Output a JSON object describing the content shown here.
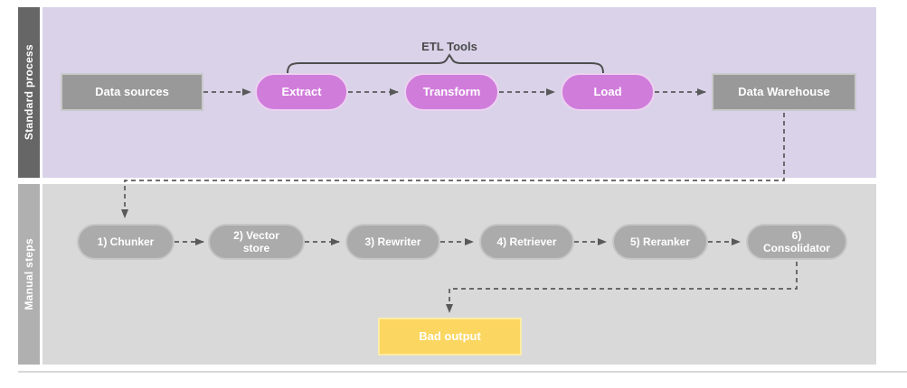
{
  "diagram": {
    "annotation": {
      "etl_tools": "ETL Tools"
    },
    "lanes": {
      "standard": {
        "label": "Standard process",
        "nodes": {
          "data_sources": "Data sources",
          "extract": "Extract",
          "transform": "Transform",
          "load": "Load",
          "data_warehouse": "Data Warehouse"
        }
      },
      "manual": {
        "label": "Manual steps",
        "nodes": {
          "chunker": "1) Chunker",
          "vector_store": "2) Vector\nstore",
          "rewriter": "3) Rewriter",
          "retriever": "4) Retriever",
          "reranker": "5) Reranker",
          "consolidator": "6)\nConsolidator",
          "bad_output": "Bad output"
        }
      }
    },
    "colors": {
      "lane_standard_bg": "#d9d2e9",
      "lane_standard_bar": "#666666",
      "lane_manual_bg": "#d9d9d9",
      "lane_manual_bar": "#b0b0b0",
      "gray_box": "#999999",
      "pink_pill": "#d07cdb",
      "gray_pill": "#ababab",
      "bad_output_box": "#fbd661",
      "connector": "#595959",
      "node_text": "#ffffff"
    }
  }
}
